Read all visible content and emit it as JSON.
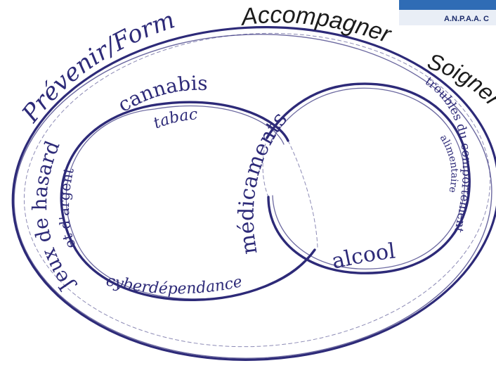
{
  "logo": {
    "text": "A.N.P.A.A. C"
  },
  "top_labels": {
    "prevenir": "Prévenir/Former",
    "accompagner": "Accompagner",
    "soigner": "Soigner"
  },
  "left_loop": {
    "cannabis": "cannabis",
    "tabac": "tabac",
    "jeux": "Jeux de hasard",
    "argent": "et d'argent",
    "cyber": "cyberdépendance"
  },
  "center": {
    "medicaments": "médicaments"
  },
  "right_loop": {
    "troubles": "troubles du comportement",
    "alimentaire": "alimentaire",
    "alcool": "alcool"
  }
}
